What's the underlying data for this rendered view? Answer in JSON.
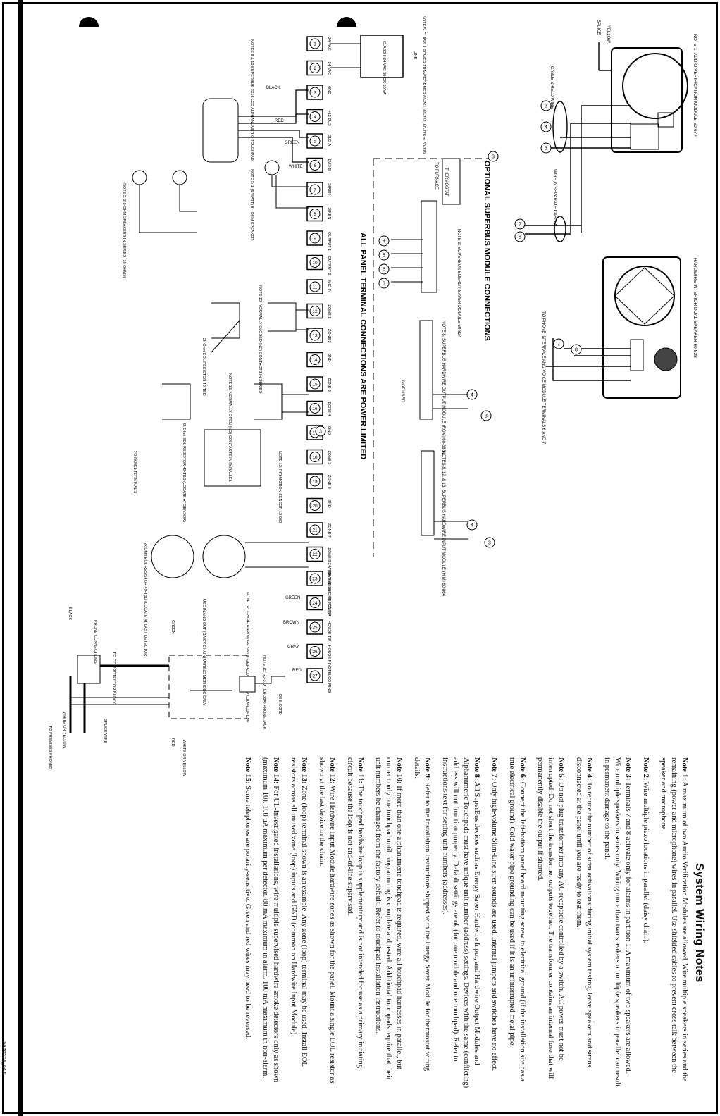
{
  "notes": {
    "heading": "System Wiring Notes",
    "items": [
      {
        "label": "Note 1:",
        "text": "A maximum of two Audio Verification Modules are allowed. Wire multiple speakers in series and the remaining (power and microphone) wires in parallel. Use shielded cables to prevent cross talk between the speaker and microphone."
      },
      {
        "label": "Note 2:",
        "text": "Wire multiple piezo locations in parallel (daisy chain)."
      },
      {
        "label": "Note 3:",
        "text": "Terminals 7 and 8 activate only for alarms in partition 1. A maximum of two speakers are allowed. Wire multiple speakers in series only. Wiring more than two speakers or multiple speakers in parallel can result in permanent damage to the panel."
      },
      {
        "label": "Note 4:",
        "text": "To reduce the number of siren activations during initial system testing, leave speakers and sirens disconnected at the panel until you are ready to test them."
      },
      {
        "label": "Note 5:",
        "text": "Do not plug transformer into any AC receptacle controlled by a switch. AC power must not be interrupted. Do not short the transformer outputs together. The transformer contains an internal fuse that will permanently disable the output if shorted."
      },
      {
        "label": "Note 6:",
        "text": "Connect the left-bottom panel board mounting screw to electrical ground (if the installation site has a true electrical ground). Cold water pipe grounding can be used if it is an uninterrupted metal pipe."
      },
      {
        "label": "Note 7:",
        "text": "Only high-volume Slim-Line siren sounds are used. Internal jumpers and switches have no effect."
      },
      {
        "label": "Note 8:",
        "text": "All SuperBus devices such as Energy Saver Hardwire Input, and Hardwire Output Modules and Alphanumeric Touchpads must have unique unit number (address) settings. Devices with the same (conflicting) address will not function properly. Default settings are ok (for one module and one touchpad). Refer to instructions text for setting unit numbers (addresses)."
      },
      {
        "label": "Note 9:",
        "text": "Refer to the Installation Instructions shipped with the Energy Saver Module for thermostat wiring details."
      },
      {
        "label": "Note 10:",
        "text": "If more than one alphanumeric touchpad is required, wire all touchpad harnesses in parallel, but connect only one touchpad until programming is complete and tested. Additional touchpads require that their unit numbers be changed from the factory default. Refer to touchpad installation instructions."
      },
      {
        "label": "Note 11:",
        "text": "The touchpad hardwire loop is supplementary and is not intended for use as a primary initiating circuit because the loop is not end-of-line supervised."
      },
      {
        "label": "Note 12:",
        "text": "Wire Hardwire Input Module hardwire zones as shown for the panel. Mount a single EOL resistor as shown at the last device in the chain."
      },
      {
        "label": "Note 13:",
        "text": "Zone (loop) terminal shown is an example. Any zone (loop) terminal may be used. Install EOL resistors across all unused zone (loop) inputs and GND (common on Hardwire Input Module)."
      },
      {
        "label": "Note 14:",
        "text": "For UL-investigated installations, wire multiple supervised hardwire smoke detectors only as shown (maximum 10). 100 uA maximum per detector. 80 mA maximum in alarm. 100 mA maximum in non-alarm."
      },
      {
        "label": "Note 15:",
        "text": "Some telephones are polarity-sensitive. Green and red wires may need to be reversed."
      }
    ]
  },
  "diagram": {
    "section_optional": "OPTIONAL SUPERBUS MODULE CONNECTIONS",
    "section_panel": "ALL PANEL TERMINAL CONNECTIONS ARE POWER LIMITED",
    "terminals": [
      {
        "num": "1",
        "label": "24 VAC"
      },
      {
        "num": "2",
        "label": "24 VAC"
      },
      {
        "num": "3",
        "label": "GND"
      },
      {
        "num": "4",
        "label": "+12 BUS"
      },
      {
        "num": "5",
        "label": "BUS A"
      },
      {
        "num": "6",
        "label": "BUS B"
      },
      {
        "num": "7",
        "label": "SIREN"
      },
      {
        "num": "8",
        "label": "SIREN"
      },
      {
        "num": "9",
        "label": "OUTPUT 1"
      },
      {
        "num": "10",
        "label": "OUTPUT 2"
      },
      {
        "num": "11",
        "label": "MIC IN"
      },
      {
        "num": "12",
        "label": "ZONE 1"
      },
      {
        "num": "13",
        "label": "ZONE 2"
      },
      {
        "num": "14",
        "label": "GND"
      },
      {
        "num": "15",
        "label": "ZONE 3"
      },
      {
        "num": "16",
        "label": "ZONE 4"
      },
      {
        "num": "17",
        "label": "GND"
      },
      {
        "num": "18",
        "label": "ZONE 5"
      },
      {
        "num": "19",
        "label": "ZONE 6"
      },
      {
        "num": "20",
        "label": "GND"
      },
      {
        "num": "21",
        "label": "ZONE 7"
      },
      {
        "num": "22",
        "label": "ZONE 8 2-WIRE SMOKE"
      },
      {
        "num": "23",
        "label": "2-WIRE SMOKE POWER"
      },
      {
        "num": "24",
        "label": "TELCO TIP"
      },
      {
        "num": "25",
        "label": "HOUSE TIP"
      },
      {
        "num": "26",
        "label": "HOUSE RING"
      },
      {
        "num": "27",
        "label": "TELCO RING"
      }
    ],
    "labels": {
      "audio_module": "NOTE 1: AUDIO VERIFICATION MODULE 60-677",
      "dual_speaker": "HARDWIRE INTERIOR DUAL SPEAKER 60-528",
      "phone_interface": "TO PHONE INTERFACE AND VOICE MODULE TERMINALS 6 AND 7",
      "cable_shield": "CABLE SHIELD WIRE",
      "separate_cables": "WIRE IN SEPARATE CABLES",
      "splice": "SPLICE",
      "yellow": "YELLOW",
      "transformer": "NOTE 5: CLASS II POWER TRANSFORMER 60-761, 60-762, 60-778 or 60-779",
      "class2": "CLASS II 24 VAC 30 OR 50 VA",
      "line": "LINE",
      "touchpad": "NOTES 8 & 10 SUPERBUS 2X16 LCD ALPHANUMERIC TOUCHPAD",
      "energy_saver": "NOTE 9: SUPERBUS ENERGY SAVER MODULE 60-824",
      "thermostat": "THERMOSTAT",
      "furnace": "TO FURNACE",
      "hw_output": "NOTE 8: SUPERBUS HARDWIRE OUTPUT MODULE (ROM) 60-688",
      "hw_input": "NOTES 8, 12, & 13: SUPERBUS HARDWIRE INPUT MODULE (HIM) 60-864",
      "not_used": "NOT USED",
      "speaker8": "NOTE 3: 1 (5-WATT) 8 - OHM SPEAKER",
      "speakers_series": "NOTE 3: 2 8-OHM SPEAKERS IN SERIES (16 OHMS)",
      "nc_contacts": "NOTE 13: NORMALLY CLOSED (NC) CONTACTS IN SERIES",
      "eol_resistor": "2k Ohm EOL RESISTOR 49-TBD",
      "no_contacts": "NOTE 13: NORMALLY OPEN (NO) CONTACTS IN PARALLEL",
      "pir": "NOTE 13: PIR MOTION SENSOR 13-082",
      "eol_sensor": "2k Ohm EOL RESISTOR 49-TBD (LOCATE AT SENSOR)",
      "to_panel_terminal3": "TO PANEL TERMINAL 3",
      "smoke": "NOTE 14: 2-WIRE HARDWIRE SMOKE/HEAT DETECTOR (10 MAXIMUM)",
      "daisy": "USE IN AND OUT (DAISY-CHAIN) WIRING METHODS ONLY",
      "eol_last": "2k Ohm EOL RESISTOR 49-TBD (LOCATE AT LAST DETECTOR)",
      "rj31x": "NOTE 15: RJ-31X (CA-38A) PHONE JACK",
      "db8": "D8-8 CORD",
      "telco_block": "TELCO PROTECTOR BLOCK",
      "phone_conn": "PHONE CONNECTIONS",
      "premises": "TO PREMISES PHONES",
      "splice_wire": "SPLICE WIRE",
      "white_yellow": "WHITE OR YELLOW",
      "green": "GREEN",
      "red": "RED",
      "black": "BLACK",
      "white": "WHITE",
      "brown": "BROWN",
      "gray": "GRAY",
      "doc_code": "8079374_064"
    }
  }
}
